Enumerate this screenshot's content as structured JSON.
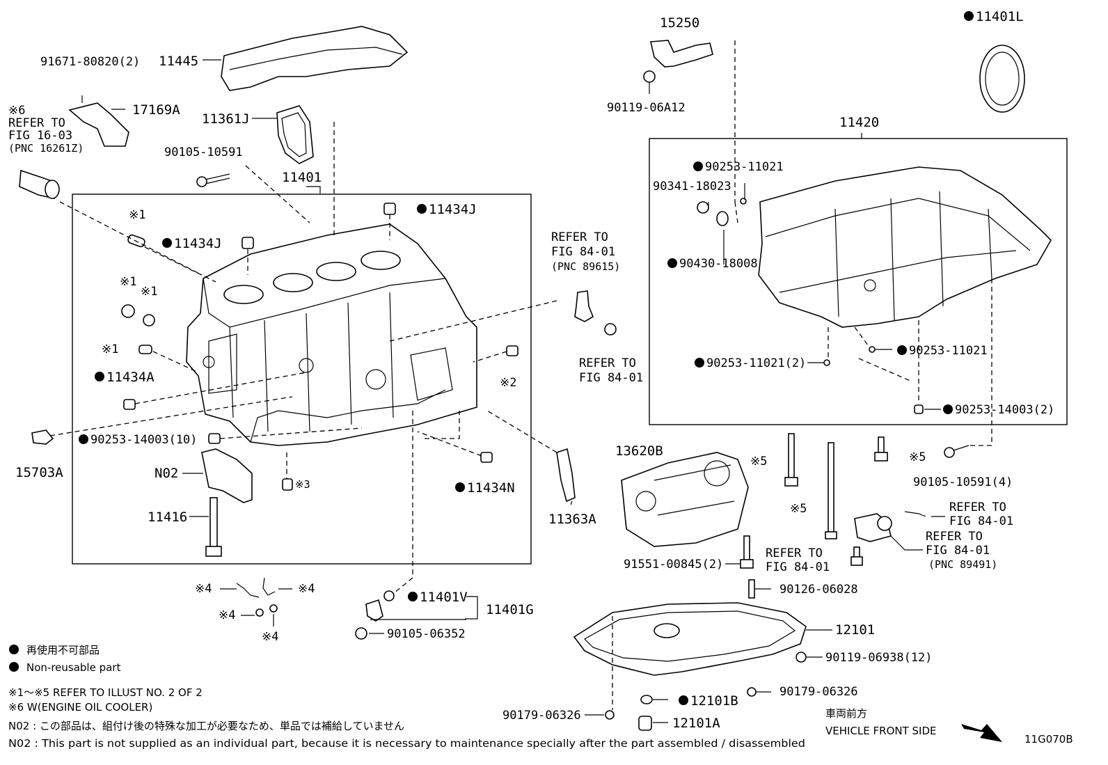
{
  "parts": {
    "p11445": "11445",
    "p91671": "91671-80820(2)",
    "p17169A": "17169A",
    "p11361J": "11361J",
    "p90105a": "90105-10591",
    "p11401": "11401",
    "p11434J_a": "11434J",
    "p11434J_b": "11434J",
    "p11434A": "11434A",
    "p90253_14003_10": "90253-14003(10)",
    "p15703A": "15703A",
    "pN02": "N02",
    "p11416": "11416",
    "p11434N": "11434N",
    "p11363A": "11363A",
    "p11401V": "11401V",
    "p11401G": "11401G",
    "p90105_06352": "90105-06352",
    "p15250": "15250",
    "p90119_06A12": "90119-06A12",
    "p11401L": "11401L",
    "p11420": "11420",
    "p90253_11021_a": "90253-11021",
    "p90341": "90341-18023",
    "p90430": "90430-18008",
    "p90253_11021_b": "90253-11021",
    "p90253_11021_2": "90253-11021(2)",
    "p90253_14003_2": "90253-14003(2)",
    "p13620B": "13620B",
    "p90105_10591_4": "90105-10591(4)",
    "p91551": "91551-00845(2)",
    "p90126": "90126-06028",
    "p12101": "12101",
    "p90119_06938": "90119-06938(12)",
    "p90179_a": "90179-06326",
    "p90179_b": "90179-06326",
    "p12101B": "12101B",
    "p12101A": "12101A"
  },
  "marks": {
    "m1a": "※1",
    "m1b": "※1",
    "m1c": "※1",
    "m1d": "※1",
    "m2": "※2",
    "m3": "※3",
    "m4a": "※4",
    "m4b": "※4",
    "m4c": "※4",
    "m4d": "※4",
    "m5a": "※5",
    "m5b": "※5",
    "m5c": "※5"
  },
  "refs": {
    "ref16_mark": "※6",
    "ref16_l1": "REFER TO",
    "ref16_l2": "FIG 16-03",
    "ref16_l3": "(PNC 16261Z)",
    "ref84a_l1": "REFER TO",
    "ref84a_l2": "FIG 84-01",
    "ref84a_l3": "(PNC 89615)",
    "ref84b_l1": "REFER TO",
    "ref84b_l2": "FIG 84-01",
    "ref84c_l1": "REFER TO",
    "ref84c_l2": "FIG 84-01",
    "ref84d_l1": "REFER TO",
    "ref84d_l2": "FIG 84-01",
    "ref84e_l1": "REFER TO",
    "ref84e_l2": "FIG 84-01",
    "ref84e_l3": "(PNC 89491)"
  },
  "legend": {
    "jp_nonreusable": "再使用不可部品",
    "en_nonreusable": "Non-reusable part",
    "note1": "※1～※5  REFER TO ILLUST NO. 2 OF 2",
    "note6": "※6 W(ENGINE OIL COOLER)",
    "n02_jp": "N02 : この部品は、組付け後の特殊な加工が必要なため、単品では補給していません",
    "n02_en": "N02 : This part is not supplied as an individual part, because it is necessary to maintenance specially after the part assembled / disassembled",
    "front_jp": "車両前方",
    "front_en": "VEHICLE FRONT SIDE",
    "illust_id": "11G070B"
  }
}
